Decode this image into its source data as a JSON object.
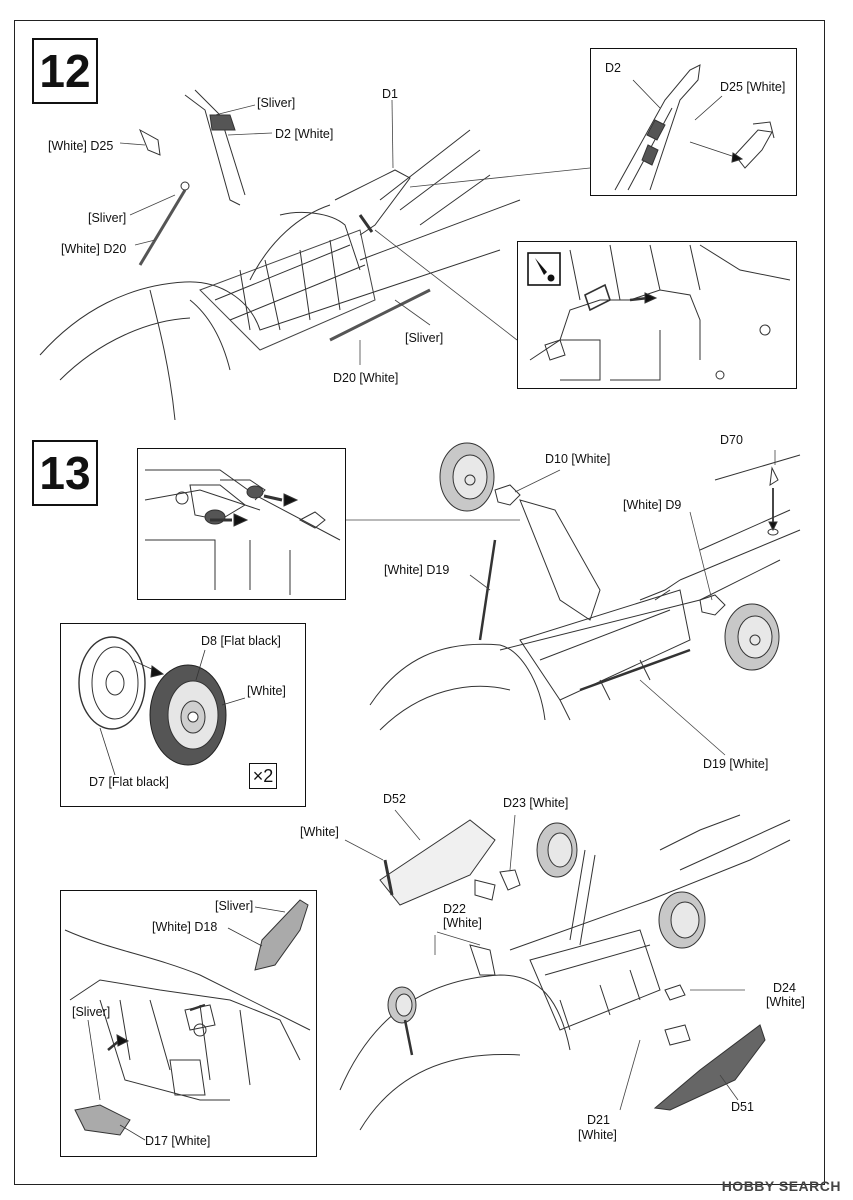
{
  "steps": {
    "step12": "12",
    "step13": "13"
  },
  "labels": {
    "sliver_top": "[Sliver]",
    "d2_white": "D2 [White]",
    "d25_white_left": "[White] D25",
    "d1": "D1",
    "sliver_left": "[Sliver]",
    "d20_white_left": "[White] D20",
    "sliver_mid": "[Sliver]",
    "d20_white_bottom": "D20 [White]",
    "inset_d2": "D2",
    "inset_d25": "D25 [White]",
    "d10_white": "D10 [White]",
    "d70": "D70",
    "d9_white": "[White] D9",
    "d19_white_left": "[White] D19",
    "d19_white_right": "D19 [White]",
    "d8_flat_black": "D8 [Flat black]",
    "wheel_white": "[White]",
    "d7_flat_black": "D7 [Flat black]",
    "x2": "×2",
    "d52": "D52",
    "d23_white": "D23 [White]",
    "white_d52": "[White]",
    "d22": "D22",
    "d22_white": "[White]",
    "sliver_d18": "[Sliver]",
    "d18_white": "[White] D18",
    "sliver_d17": "[Sliver]",
    "d17_white": "D17 [White]",
    "d24": "D24",
    "d24_white": "[White]",
    "d21": "D21",
    "d21_white": "[White]",
    "d51": "D51"
  },
  "watermark": "HOBBY SEARCH",
  "icons": [
    "caution-icon",
    "arrow-icon"
  ]
}
